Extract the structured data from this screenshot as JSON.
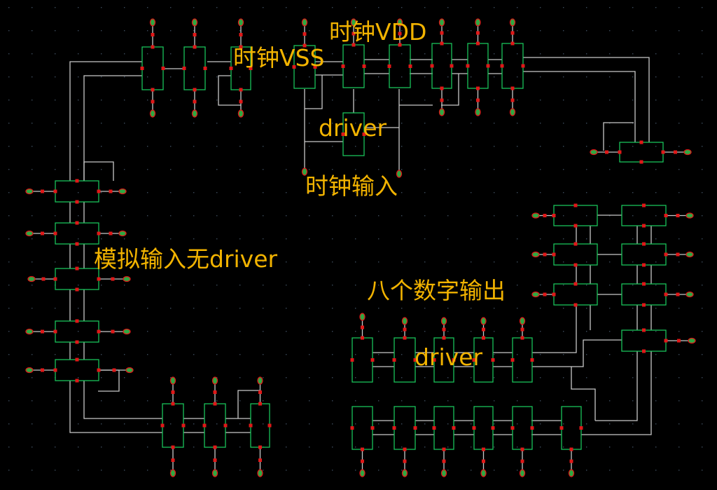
{
  "colors": {
    "background": "#000000",
    "cell_border": "#19c25a",
    "wire": "#c8c8c8",
    "pin": "#e01818",
    "pad": "#2fa842",
    "label": "#f2b300",
    "grid_dot": "#3c4c5c"
  },
  "labels": {
    "clock_vdd": "时钟VDD",
    "clock_vss": "时钟VSS",
    "driver_top": "driver",
    "clock_input": "时钟输入",
    "analog_input_no_driver": "模拟输入无driver",
    "eight_digital_outputs": "八个数字输出",
    "driver_bottom": "driver"
  }
}
